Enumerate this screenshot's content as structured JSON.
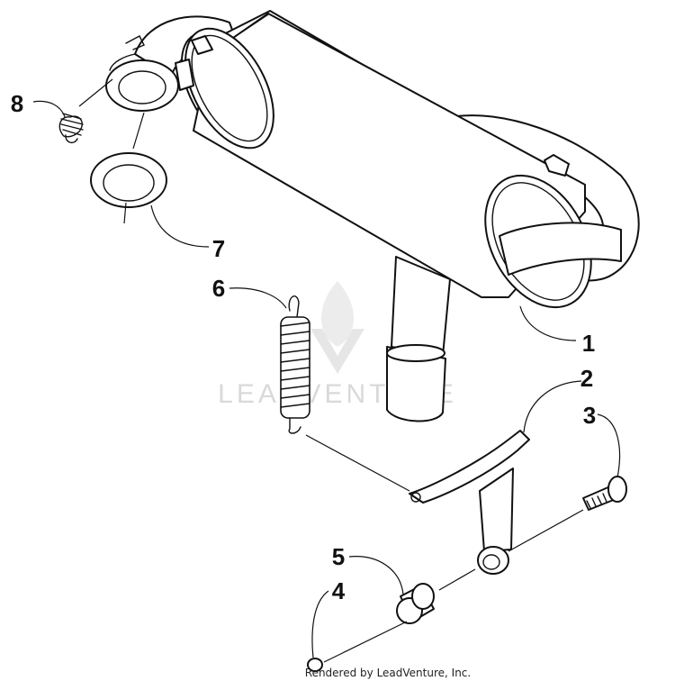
{
  "callouts": [
    {
      "id": "1",
      "label": "1"
    },
    {
      "id": "2",
      "label": "2"
    },
    {
      "id": "3",
      "label": "3"
    },
    {
      "id": "4",
      "label": "4"
    },
    {
      "id": "5",
      "label": "5"
    },
    {
      "id": "6",
      "label": "6"
    },
    {
      "id": "7",
      "label": "7"
    },
    {
      "id": "8",
      "label": "8"
    }
  ],
  "watermark": {
    "text": "LEADVENTURE"
  },
  "footer": {
    "text": "Rendered by LeadVenture, Inc."
  }
}
